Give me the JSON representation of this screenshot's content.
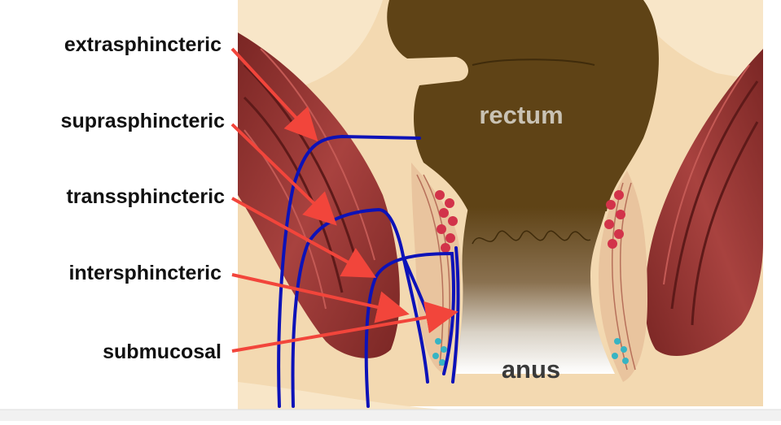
{
  "labels": {
    "extrasphincteric": "extrasphincteric",
    "suprasphincteric": "suprasphincteric",
    "transsphincteric": "transsphincteric",
    "intersphincteric": "intersphincteric",
    "submucosal": "submucosal"
  },
  "regions": {
    "rectum": "rectum",
    "anus": "anus"
  },
  "colors": {
    "background_tissue": "#f3d9b1",
    "light_tissue": "#f8e6c8",
    "rectum": "#5f4316",
    "muscle": "#9c3c3a",
    "muscle_dark": "#6d1f1e",
    "fistula_tract": "#0d12b8",
    "arrow": "#f2453b",
    "gland_red": "#d2334a",
    "gland_cyan": "#37b4c3",
    "rectum_label": "#c9c2b4",
    "anus_label": "#3a3a3a"
  }
}
